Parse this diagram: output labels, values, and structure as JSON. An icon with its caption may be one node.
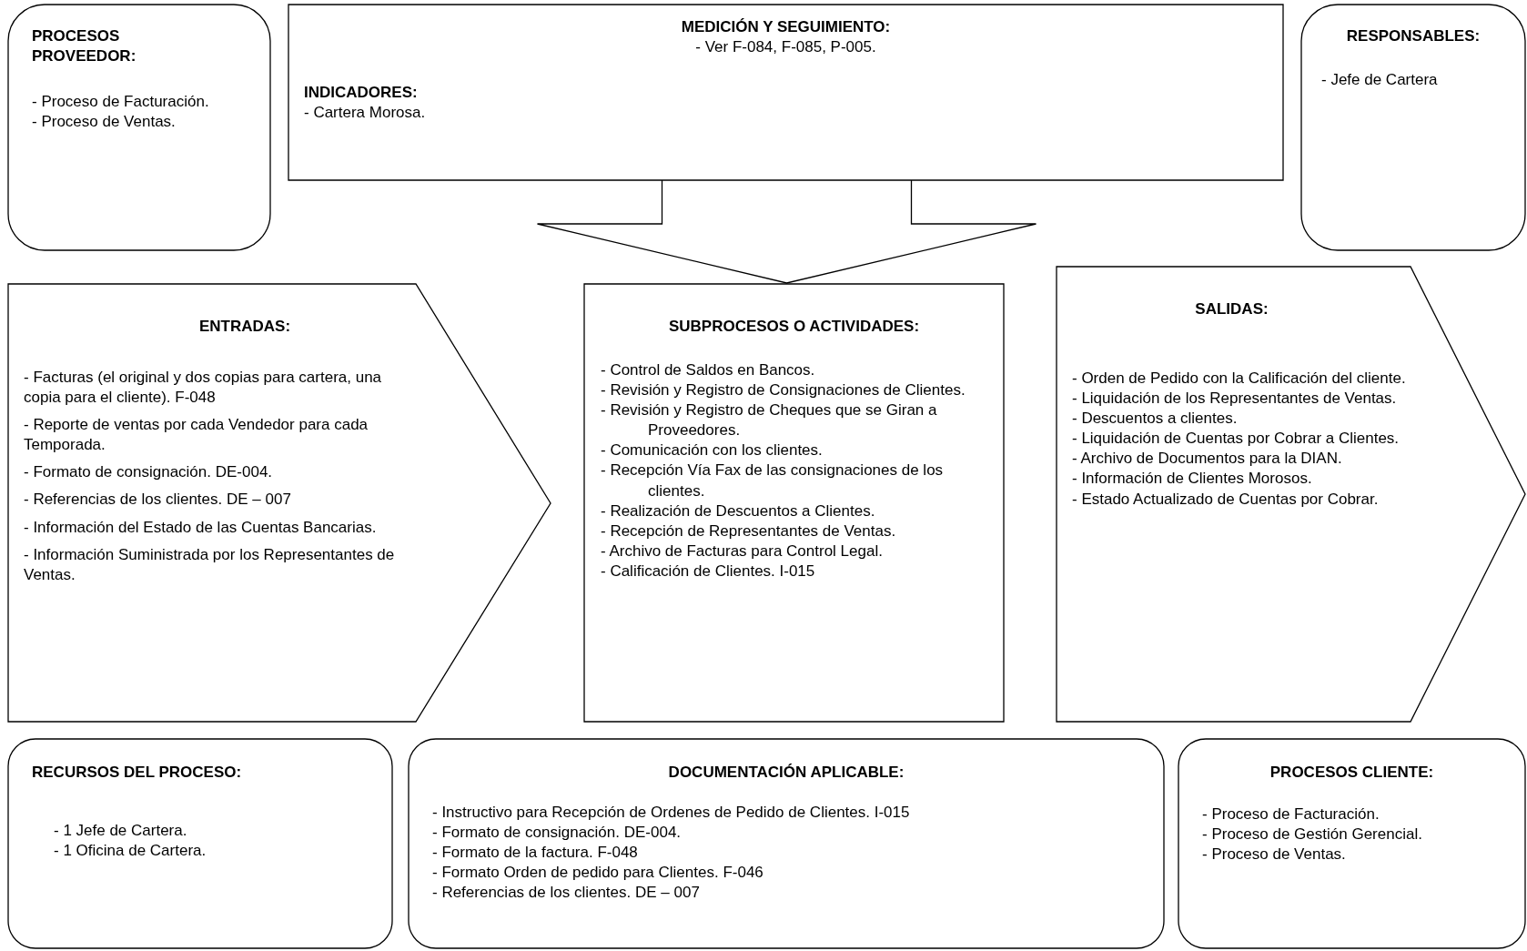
{
  "diagram": {
    "nodes": [
      {
        "text": [
          "PROCESOS PROVEEDOR:",
          "- Proceso de Facturación.",
          "- Proceso de Ventas."
        ]
      },
      {
        "text": [
          "MEDICIÓN Y SEGUIMIENTO:",
          "- Ver F-084, F-085,  P-005.",
          "INDICADORES:",
          "- Cartera Morosa."
        ]
      },
      {
        "text": [
          "RESPONSABLES:",
          "- Jefe de Cartera"
        ]
      },
      {
        "text": [
          "ENTRADAS:",
          "- Facturas (el original y dos copias para cartera, una copia para el cliente). F-048",
          "- Reporte de ventas por cada Vendedor para cada Temporada.",
          "- Formato de consignación. DE-004.",
          "- Referencias de los clientes. DE – 007",
          "- Información del Estado de las Cuentas Bancarias.",
          "- Información Suministrada por los Representantes de Ventas."
        ]
      },
      {
        "text": [
          "SUBPROCESOS O ACTIVIDADES:",
          "- Control de Saldos en Bancos.",
          "- Revisión y Registro de Consignaciones de Clientes.",
          "- Revisión  y Registro de Cheques que se Giran a Proveedores.",
          "- Comunicación con los clientes.",
          "- Recepción Vía Fax de las consignaciones de los clientes.",
          "- Realización de Descuentos a Clientes.",
          "- Recepción de Representantes de Ventas.",
          "- Archivo de Facturas para Control Legal.",
          "- Calificación de Clientes. I-015"
        ]
      },
      {
        "text": [
          "SALIDAS:",
          "- Orden de Pedido con la Calificación del cliente.",
          "- Liquidación de los Representantes de Ventas.",
          "- Descuentos a clientes.",
          "- Liquidación de Cuentas por Cobrar a Clientes.",
          "- Archivo de Documentos para la DIAN.",
          "- Información de Clientes Morosos.",
          "- Estado Actualizado de  Cuentas por Cobrar."
        ]
      },
      {
        "text": [
          "RECURSOS DEL PROCESO:",
          "- 1 Jefe de Cartera.",
          "- 1 Oficina de Cartera."
        ]
      },
      {
        "text": [
          "DOCUMENTACIÓN APLICABLE:",
          "- Instructivo para Recepción de Ordenes de Pedido de Clientes. I-015",
          "- Formato de consignación. DE-004.",
          "- Formato de la factura. F-048",
          "- Formato Orden de pedido para Clientes. F-046",
          "- Referencias de los clientes. DE – 007"
        ]
      },
      {
        "text": [
          "PROCESOS CLIENTE:",
          "- Proceso de Facturación.",
          "- Proceso de Gestión Gerencial.",
          "- Proceso de Ventas."
        ]
      }
    ],
    "edges": [
      {
        "from": 1,
        "to": 4,
        "arrow": "to"
      }
    ]
  }
}
